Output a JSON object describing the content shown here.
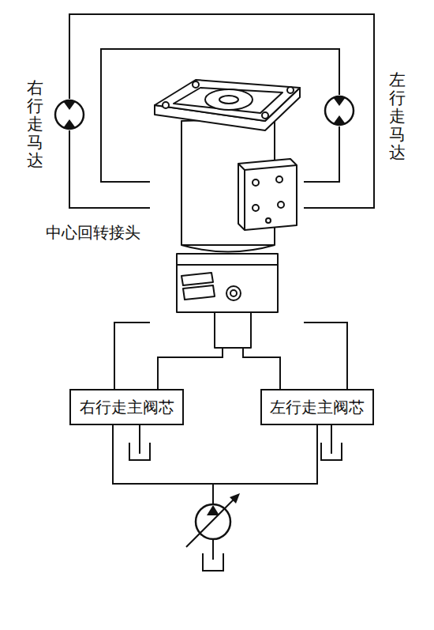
{
  "diagram": {
    "nodes": [
      {
        "text": [
          "右行走马达"
        ]
      },
      {
        "text": [
          "左行走马达"
        ]
      },
      {
        "text": [
          "中心回转接头"
        ]
      },
      {
        "text": [
          "右行走主阀芯"
        ]
      },
      {
        "text": [
          "左行走主阀芯"
        ]
      }
    ],
    "edges": [
      {
        "from": 0,
        "to": 2,
        "arrow": "none"
      },
      {
        "from": 0,
        "to": 2,
        "arrow": "none"
      },
      {
        "from": 1,
        "to": 2,
        "arrow": "none"
      },
      {
        "from": 1,
        "to": 2,
        "arrow": "none"
      },
      {
        "from": 3,
        "to": 2,
        "arrow": "none"
      },
      {
        "from": 3,
        "to": 2,
        "arrow": "none"
      },
      {
        "from": 4,
        "to": 2,
        "arrow": "none"
      },
      {
        "from": 4,
        "to": 2,
        "arrow": "none"
      }
    ]
  }
}
